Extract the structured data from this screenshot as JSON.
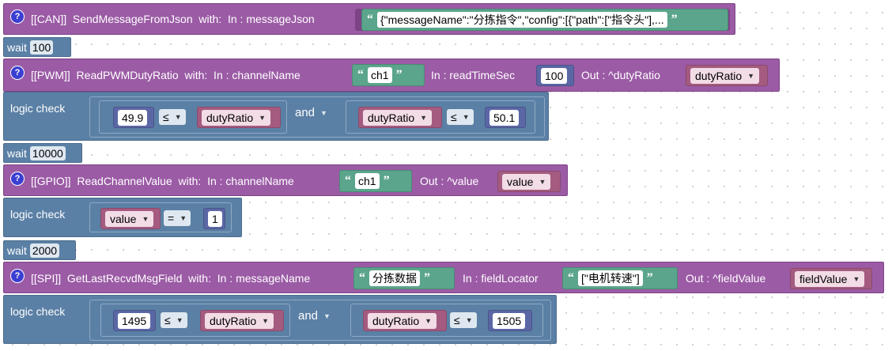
{
  "blocks": {
    "can": {
      "help": "?",
      "title": "[[CAN]]  SendMessageFromJson  with:  In : messageJson",
      "json_value": "{\"messageName\":\"分拣指令\",\"config\":[{\"path\":[\"指令头\"],..."
    },
    "wait1": {
      "label": "wait",
      "value": "100"
    },
    "pwm": {
      "help": "?",
      "title": "[[PWM]]  ReadPWMDutyRatio  with:  In : channelName",
      "channel": "ch1",
      "in_label": "In : readTimeSec",
      "read_time": "100",
      "out_label": "Out : ^dutyRatio",
      "out_var": "dutyRatio"
    },
    "check1": {
      "label": "logic check",
      "left_num": "49.9",
      "left_op": "≤",
      "left_var": "dutyRatio",
      "and": "and",
      "right_var": "dutyRatio",
      "right_op": "≤",
      "right_num": "50.1"
    },
    "wait2": {
      "label": "wait",
      "value": "10000"
    },
    "gpio": {
      "help": "?",
      "title": "[[GPIO]]  ReadChannelValue  with:  In : channelName",
      "channel": "ch1",
      "out_label": "Out : ^value",
      "out_var": "value"
    },
    "check2": {
      "label": "logic check",
      "var": "value",
      "op": "=",
      "num": "1"
    },
    "wait3": {
      "label": "wait",
      "value": "2000"
    },
    "spi": {
      "help": "?",
      "title": "[[SPI]]  GetLastRecvdMsgField  with:  In : messageName",
      "message_name": "分拣数据",
      "in_label": "In : fieldLocator",
      "locator": "[\"电机转速\"]",
      "out_label": "Out : ^fieldValue",
      "out_var": "fieldValue"
    },
    "check3": {
      "label": "logic check",
      "left_num": "1495",
      "left_op": "≤",
      "left_var": "dutyRatio",
      "and": "and",
      "right_var": "dutyRatio",
      "right_op": "≤",
      "right_num": "1505"
    }
  },
  "quote_open": "“",
  "quote_close": "”",
  "dropdown_glyph": "▼",
  "colors": {
    "procedure": "#9b5ba5",
    "logic": "#5b80a5",
    "text": "#5ba58c",
    "number": "#5b67a5",
    "variable": "#a55b80"
  }
}
